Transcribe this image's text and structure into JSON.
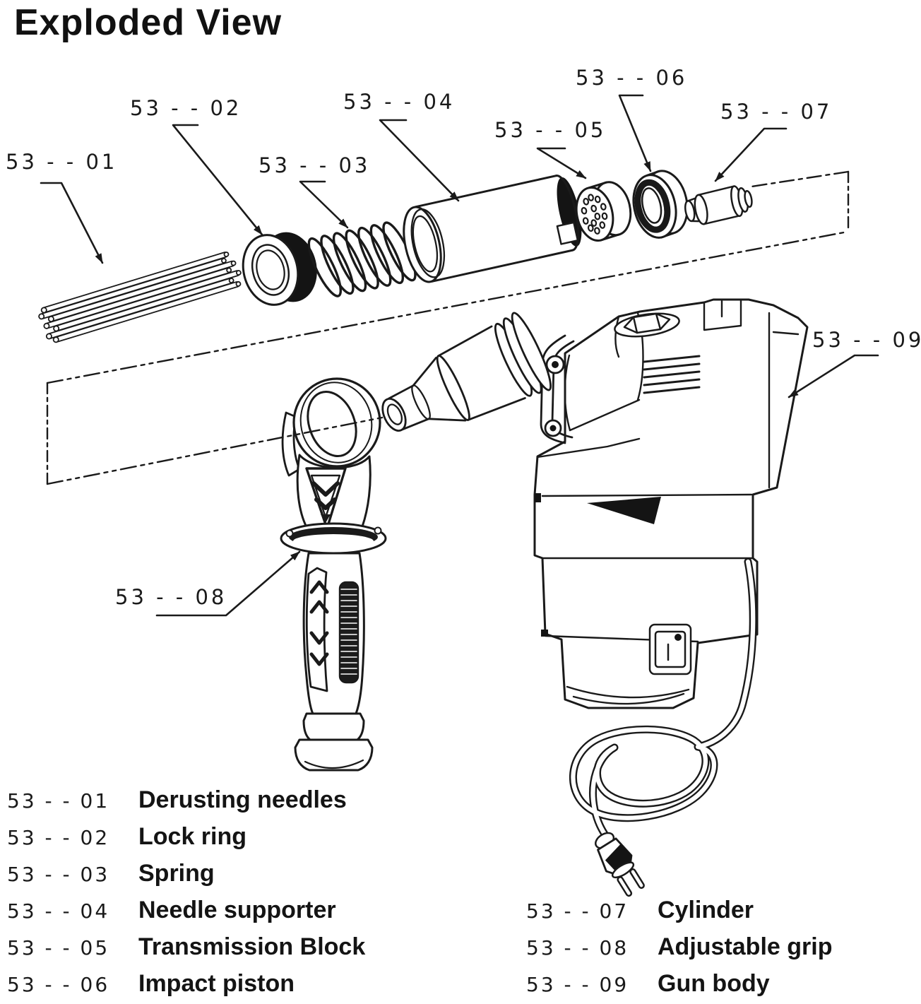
{
  "title": "Exploded View",
  "colors": {
    "ink": "#1a1a1a",
    "background": "#ffffff"
  },
  "diagram": {
    "labels": [
      {
        "code": "53 - - 01"
      },
      {
        "code": "53 - - 02"
      },
      {
        "code": "53 - - 03"
      },
      {
        "code": "53 - - 04"
      },
      {
        "code": "53 - - 05"
      },
      {
        "code": "53 - - 06"
      },
      {
        "code": "53 - - 07"
      },
      {
        "code": "53 - - 08"
      },
      {
        "code": "53 - - 09"
      }
    ]
  },
  "legend": {
    "left": [
      {
        "code": "53 - - 01",
        "name": "Derusting needles"
      },
      {
        "code": "53 - - 02",
        "name": "Lock ring"
      },
      {
        "code": "53 - - 03",
        "name": "Spring"
      },
      {
        "code": "53 - - 04",
        "name": "Needle supporter"
      },
      {
        "code": "53 - - 05",
        "name": "Transmission Block"
      },
      {
        "code": "53 - - 06",
        "name": "Impact piston"
      }
    ],
    "right": [
      {
        "code": "53 - - 07",
        "name": "Cylinder"
      },
      {
        "code": "53 - - 08",
        "name": "Adjustable grip"
      },
      {
        "code": "53 - - 09",
        "name": "Gun body"
      }
    ]
  }
}
